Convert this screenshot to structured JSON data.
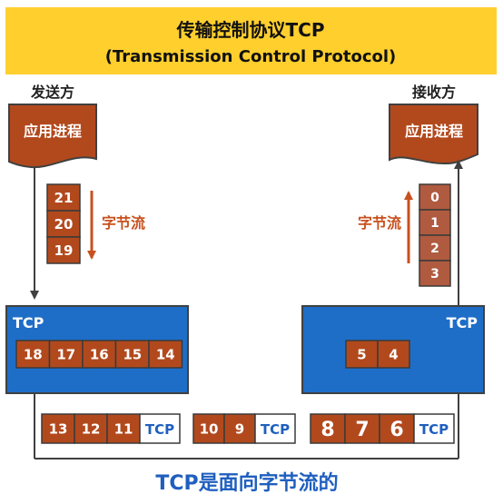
{
  "title": {
    "main": "传输控制协议TCP",
    "sub": "(Transmission Control Protocol)",
    "bg": "#ffcf2e"
  },
  "sender": {
    "label": "发送方",
    "process_label": "应用进程",
    "stream_label": "字节流",
    "app_bytes": [
      "21",
      "20",
      "19"
    ],
    "tcp_label": "TCP",
    "tcp_bytes": [
      "18",
      "17",
      "16",
      "15",
      "14"
    ]
  },
  "receiver": {
    "label": "接收方",
    "process_label": "应用进程",
    "stream_label": "字节流",
    "app_bytes": [
      "0",
      "1",
      "2",
      "3"
    ],
    "tcp_label": "TCP",
    "tcp_bytes": [
      "5",
      "4"
    ]
  },
  "segments": [
    {
      "bytes": [
        "13",
        "12",
        "11"
      ],
      "tcp_label": "TCP"
    },
    {
      "bytes": [
        "10",
        "9"
      ],
      "tcp_label": "TCP"
    },
    {
      "bytes": [
        "8",
        "7",
        "6"
      ],
      "tcp_label": "TCP"
    }
  ],
  "caption": "TCP是面向字节流的",
  "colors": {
    "byte_box": "#b2491d",
    "tcp_box": "#1e6ec8",
    "receiver_byte_box": "#b05a3f",
    "stream_label": "#c8501e",
    "caption": "#1f5fbf",
    "line": "#404040"
  }
}
